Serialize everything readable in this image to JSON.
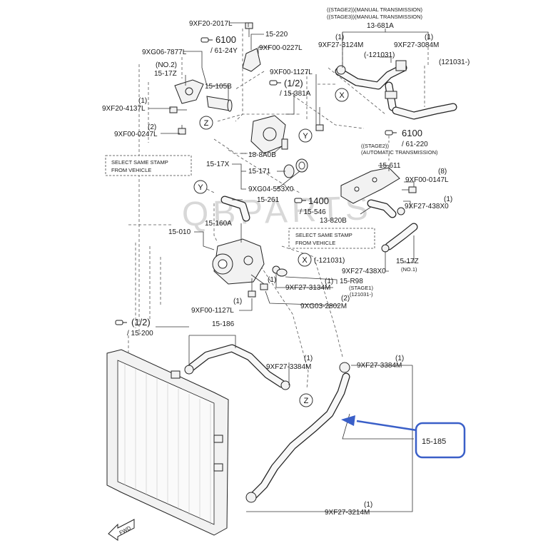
{
  "watermark": "QBPARTS",
  "labels": {
    "p_9xf20_2017l": "9XF20-2017L",
    "ref_6100": "6100",
    "ref_61_24y": "/ 61-24Y",
    "p_15_220": "15-220",
    "p_9xf00_0227l": "9XF00-0227L",
    "p_9xg06_7877l": "9XG06-7877L",
    "no2": "(NO.2)",
    "p_15_17z_a": "15-17Z",
    "q1_a": "(1)",
    "p_9xf20_4137l": "9XF20-4137L",
    "p_15_105b": "15-105B",
    "p_9xf00_1127l_a": "9XF00-1127L",
    "ref_half_a": "(1/2)",
    "ref_15_381a": "/ 15-381A",
    "q2_a": "(2)",
    "p_9xf00_0247l": "9XF00-0247L",
    "select_stamp_1": "SELECT SAME STAMP",
    "from_vehicle_1": "FROM VEHICLE",
    "stage2_mt_1": "((STAGE2))(MANUAL TRANSMISSION)",
    "stage3_mt": "((STAGE3))(MANUAL TRANSMISSION)",
    "p_13_681a": "13-681A",
    "q1_b": "(1)",
    "q1_c": "(1)",
    "p_9xf27_3124m": "9XF27-3124M",
    "p_9xf27_3084m": "9XF27-3084M",
    "d_121031_a": "(-121031)",
    "d_121031_b": "(121031-)",
    "ref_6100_b": "6100",
    "ref_61_220": "/ 61-220",
    "stage2_at": "((STAGE2))",
    "at": "(AUTOMATIC TRANSMISSION)",
    "p_18_8a0b": "18-8A0B",
    "p_15_17x": "15-17X",
    "p_15_171": "15-171",
    "p_9xg04_553x0": "9XG04-553X0",
    "p_15_611": "15-611",
    "q8": "(8)",
    "p_9xf00_0147l": "9XF00-0147L",
    "p_15_261": "15-261",
    "ref_1400": "1400",
    "ref_15_546": "/ 15-546",
    "q1_d": "(1)",
    "p_9xf27_438x0_a": "9XF27-438X0",
    "p_13_820b": "13-820B",
    "p_15_010": "15-010",
    "p_15_160a": "15-160A",
    "select_stamp_2": "SELECT SAME STAMP",
    "from_vehicle_2": "FROM VEHICLE",
    "d_121031_c": "(-121031)",
    "p_15_17z_b": "15-17Z",
    "no1": "(NO.1)",
    "p_9xf27_438x0_b": "9XF27-438X0",
    "q1_e": "(1)",
    "p_15_r98": "15-R98",
    "stage1": "(STAGE1)",
    "d_121031_d": "(121031-)",
    "q1_f": "(1)",
    "p_9xf27_3134m": "9XF27-3134M",
    "q2_b": "(2)",
    "p_9xg03_2802m": "9XG03-2802M",
    "q1_g": "(1)",
    "p_9xf00_1127l_b": "9XF00-1127L",
    "ref_half_b": "(1/2)",
    "ref_15_200": "/ 15-200",
    "p_15_186": "15-186",
    "q1_h": "(1)",
    "p_9xf27_3384m_a": "9XF27-3384M",
    "q1_i": "(1)",
    "p_9xf27_3384m_b": "9XF27-3384M",
    "p_15_185": "15-185",
    "q1_j": "(1)",
    "p_9xf27_3214m": "9XF27-3214M",
    "fwd": "FWD",
    "circle_x": "X",
    "circle_y": "Y",
    "circle_z": "Z"
  },
  "colors": {
    "highlight": "#3a5fc8",
    "ink": "#1a1a1a"
  }
}
